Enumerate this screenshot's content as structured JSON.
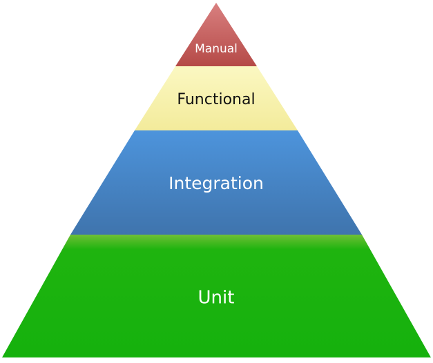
{
  "pyramid": {
    "layers": [
      {
        "label": "Manual",
        "color_top": "#d98080",
        "color_bottom": "#b54a47"
      },
      {
        "label": "Functional",
        "color_top": "#fbf8c2",
        "color_bottom": "#f3eb9b"
      },
      {
        "label": "Integration",
        "color_top": "#4d94dc",
        "color_bottom": "#3f74ad"
      },
      {
        "label": "Unit",
        "color_top": "#6fbf35",
        "color_bottom": "#15b10d"
      }
    ]
  }
}
